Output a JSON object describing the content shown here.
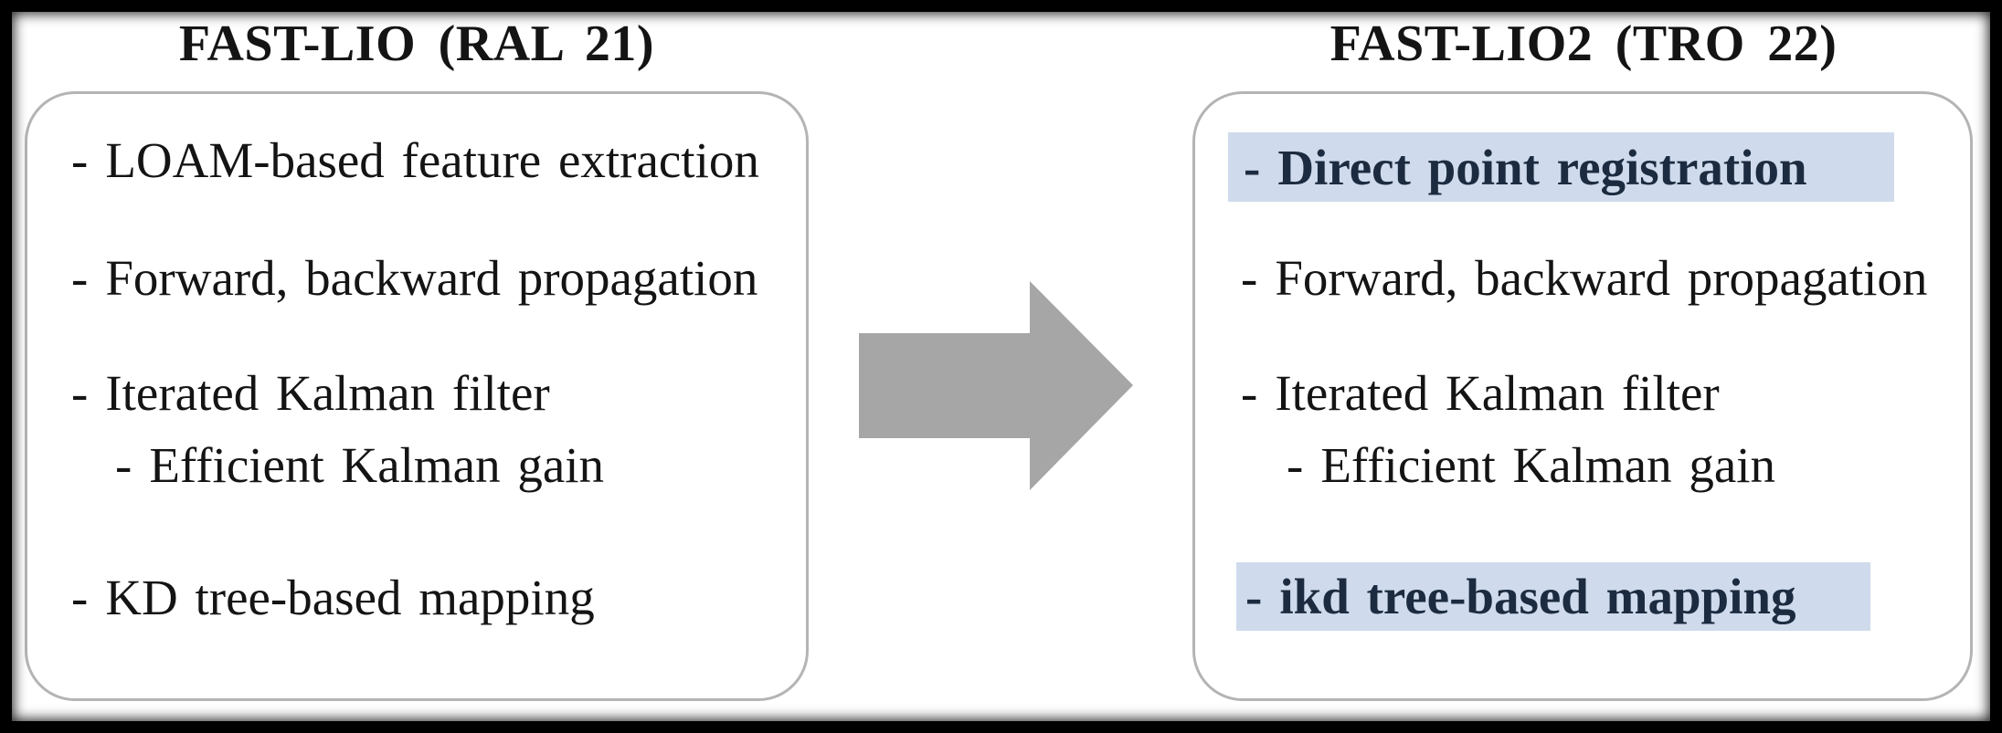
{
  "slide": {
    "left_panel": {
      "title": "FAST-LIO (RAL 21)",
      "items": [
        {
          "bullet": "-",
          "text": "LOAM-based feature extraction",
          "highlighted": false,
          "indent": false
        },
        {
          "bullet": "-",
          "text": "Forward, backward propagation",
          "highlighted": false,
          "indent": false
        },
        {
          "bullet": "-",
          "text": "Iterated Kalman filter",
          "highlighted": false,
          "indent": false
        },
        {
          "bullet": "-",
          "text": "Efficient Kalman gain",
          "highlighted": false,
          "indent": true
        },
        {
          "bullet": "-",
          "text": "KD tree-based mapping",
          "highlighted": false,
          "indent": false
        }
      ]
    },
    "right_panel": {
      "title": "FAST-LIO2 (TRO 22)",
      "items": [
        {
          "bullet": "-",
          "text": "Direct point registration",
          "highlighted": true,
          "indent": false
        },
        {
          "bullet": "-",
          "text": "Forward, backward propagation",
          "highlighted": false,
          "indent": false
        },
        {
          "bullet": "-",
          "text": "Iterated Kalman filter",
          "highlighted": false,
          "indent": false
        },
        {
          "bullet": "-",
          "text": "Efficient Kalman gain",
          "highlighted": false,
          "indent": true
        },
        {
          "bullet": "-",
          "text": "ikd tree-based mapping",
          "highlighted": true,
          "indent": false
        }
      ]
    },
    "arrow": {
      "direction": "right"
    },
    "colors": {
      "highlight_bg": "#cfdbec",
      "highlight_text": "#1c2b40",
      "arrow_gray": "#a6a6a6",
      "box_border": "#b4b4b4",
      "text": "#141414",
      "frame": "#000000"
    }
  }
}
